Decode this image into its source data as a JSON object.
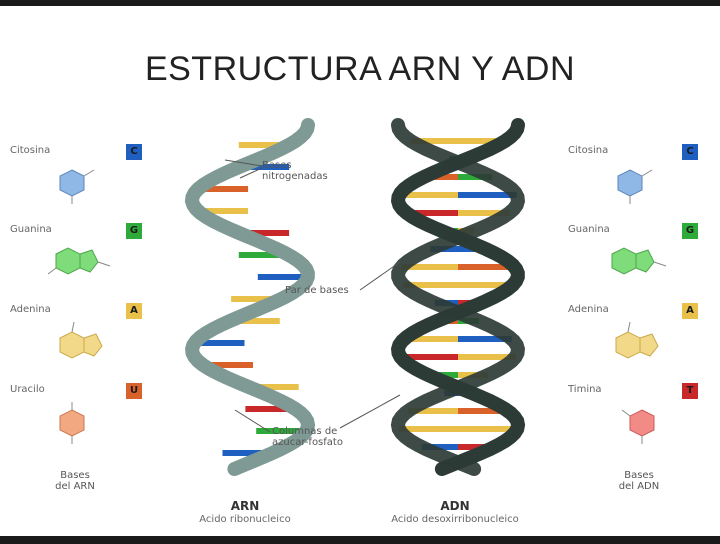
{
  "title": "ESTRUCTURA ARN Y ADN",
  "left_bases": [
    {
      "name": "Citosina",
      "letter": "C",
      "color": "#1f5fbf",
      "mol_color": "#8fb8e6"
    },
    {
      "name": "Guanina",
      "letter": "G",
      "color": "#2eaa3a",
      "mol_color": "#7fdc7a"
    },
    {
      "name": "Adenina",
      "letter": "A",
      "color": "#e8c04a",
      "mol_color": "#f2d98a"
    },
    {
      "name": "Uracilo",
      "letter": "U",
      "color": "#d9622a",
      "mol_color": "#f2a982"
    }
  ],
  "right_bases": [
    {
      "name": "Citosina",
      "letter": "C",
      "color": "#1f5fbf",
      "mol_color": "#8fb8e6"
    },
    {
      "name": "Guanina",
      "letter": "G",
      "color": "#2eaa3a",
      "mol_color": "#7fdc7a"
    },
    {
      "name": "Adenina",
      "letter": "A",
      "color": "#e8c04a",
      "mol_color": "#f2d98a"
    },
    {
      "name": "Timina",
      "letter": "T",
      "color": "#c8282a",
      "mol_color": "#f28a86"
    }
  ],
  "left_caption": [
    "Bases",
    "del ARN"
  ],
  "right_caption": [
    "Bases",
    "del ADN"
  ],
  "annotations": {
    "bases": [
      "Bases",
      "nitrogenadas"
    ],
    "pair": "Par de bases",
    "backbone": [
      "Columnas de",
      "azucar-fosfato"
    ]
  },
  "rna": {
    "label": "ARN",
    "sub": "Acido ribonucleico",
    "strand_color": "#7f9a94"
  },
  "dna": {
    "label": "ADN",
    "sub": "Acido desoxirribonucleico",
    "strand_color": "#2d3b36"
  }
}
